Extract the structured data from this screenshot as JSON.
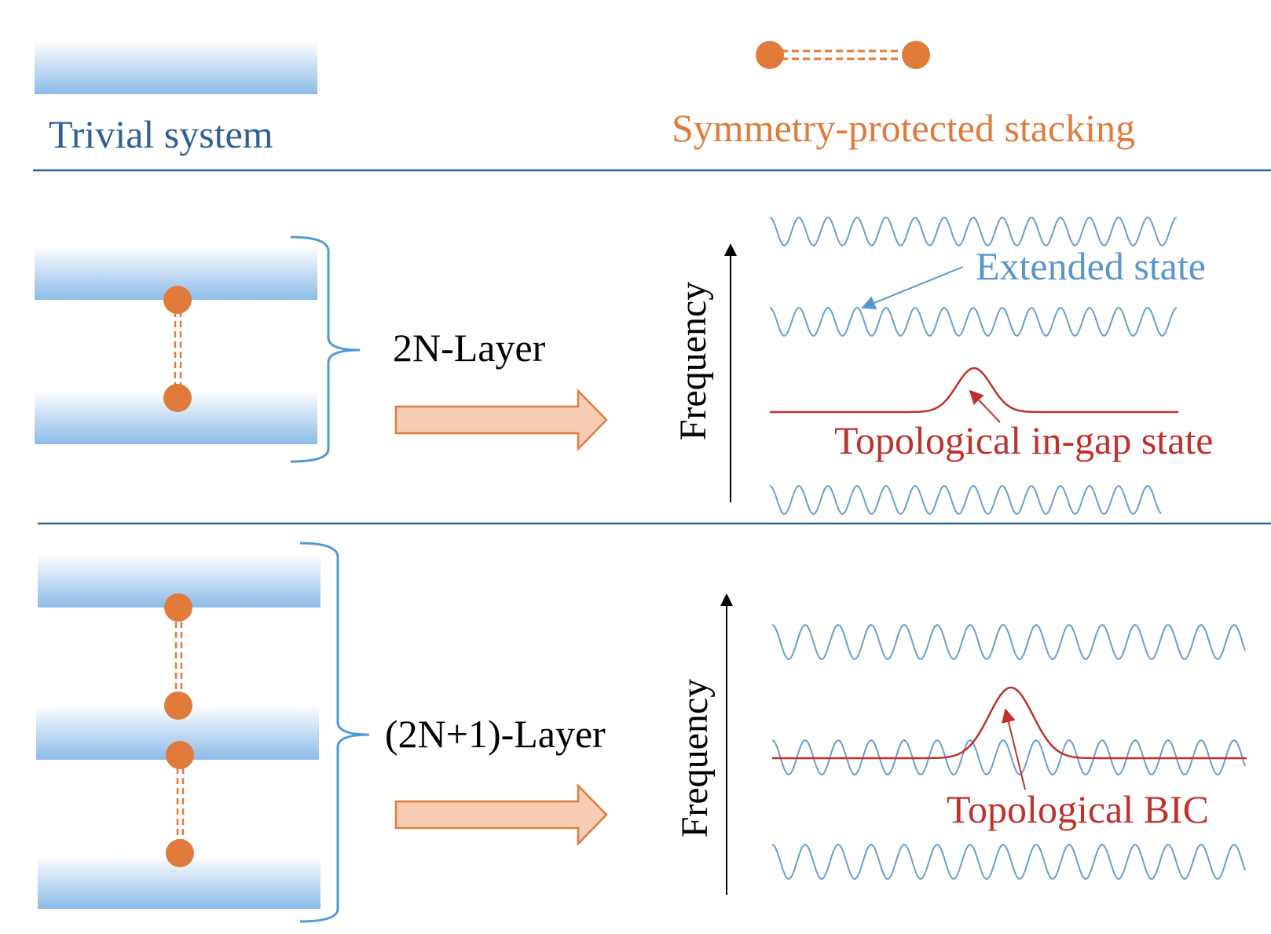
{
  "legend": {
    "trivial_label": "Trivial system",
    "stacking_label": "Symmetry-protected stacking"
  },
  "panels": [
    {
      "id": "even",
      "layer_label": "2N-Layer",
      "axis_label": "Frequency",
      "extended_label": "Extended state",
      "topo_label": "Topological in-gap state"
    },
    {
      "id": "odd",
      "layer_label": "(2N+1)-Layer",
      "axis_label": "Frequency",
      "topo_label": "Topological BIC"
    }
  ],
  "colors": {
    "trivial_text": "#2f5f95",
    "stacking": "#e07b3c",
    "extended": "#5a96cc",
    "wave": "#6a9fcf",
    "topological": "#c0302c",
    "divider": "#2f5f95",
    "bracket": "#4f9ad6",
    "arrow_fill": "#f6cdb4",
    "arrow_stroke": "#e07b3c"
  }
}
